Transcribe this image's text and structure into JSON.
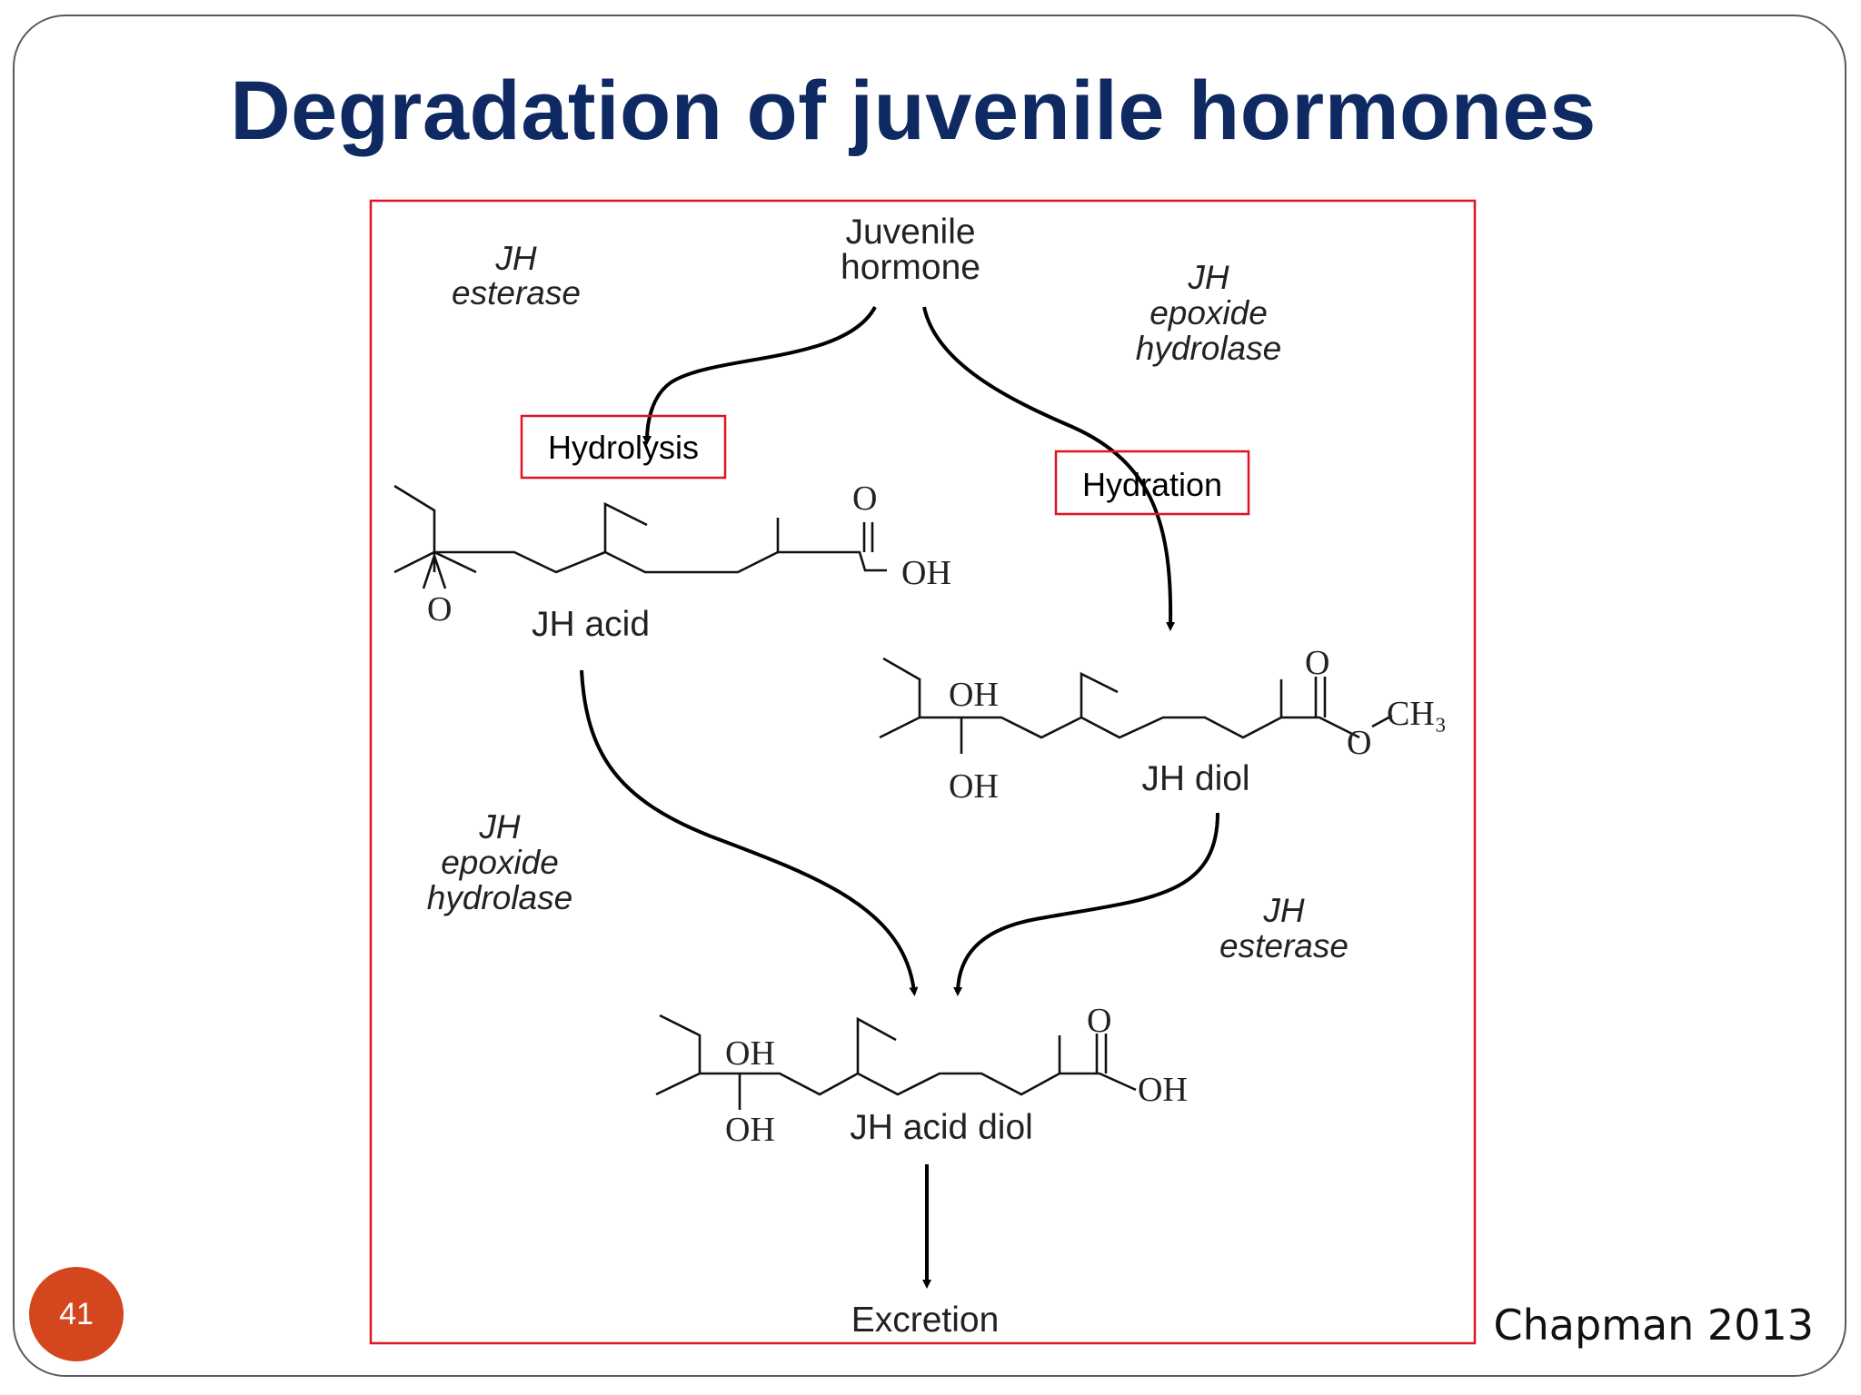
{
  "slide": {
    "title": "Degradation of juvenile hormones",
    "page_number": "41",
    "citation": "Chapman 2013"
  },
  "diagram": {
    "nodes": {
      "juvenile_hormone": [
        "Juvenile",
        "hormone"
      ],
      "jh_acid": "JH acid",
      "jh_diol": "JH diol",
      "jh_acid_diol": "JH acid diol",
      "excretion": "Excretion"
    },
    "enzymes": {
      "top_left": [
        "JH",
        "esterase"
      ],
      "top_right": [
        "JH",
        "epoxide",
        "hydrolase"
      ],
      "mid_left": [
        "JH",
        "epoxide",
        "hydrolase"
      ],
      "mid_right": [
        "JH",
        "esterase"
      ]
    },
    "process_boxes": {
      "hydrolysis": "Hydrolysis",
      "hydration": "Hydration"
    },
    "chem_labels": {
      "O": "O",
      "OH": "OH",
      "CH3": "CH₃"
    },
    "colors": {
      "title": "#0f2a63",
      "frame_red": "#e0141e",
      "badge": "#d4461e"
    }
  }
}
